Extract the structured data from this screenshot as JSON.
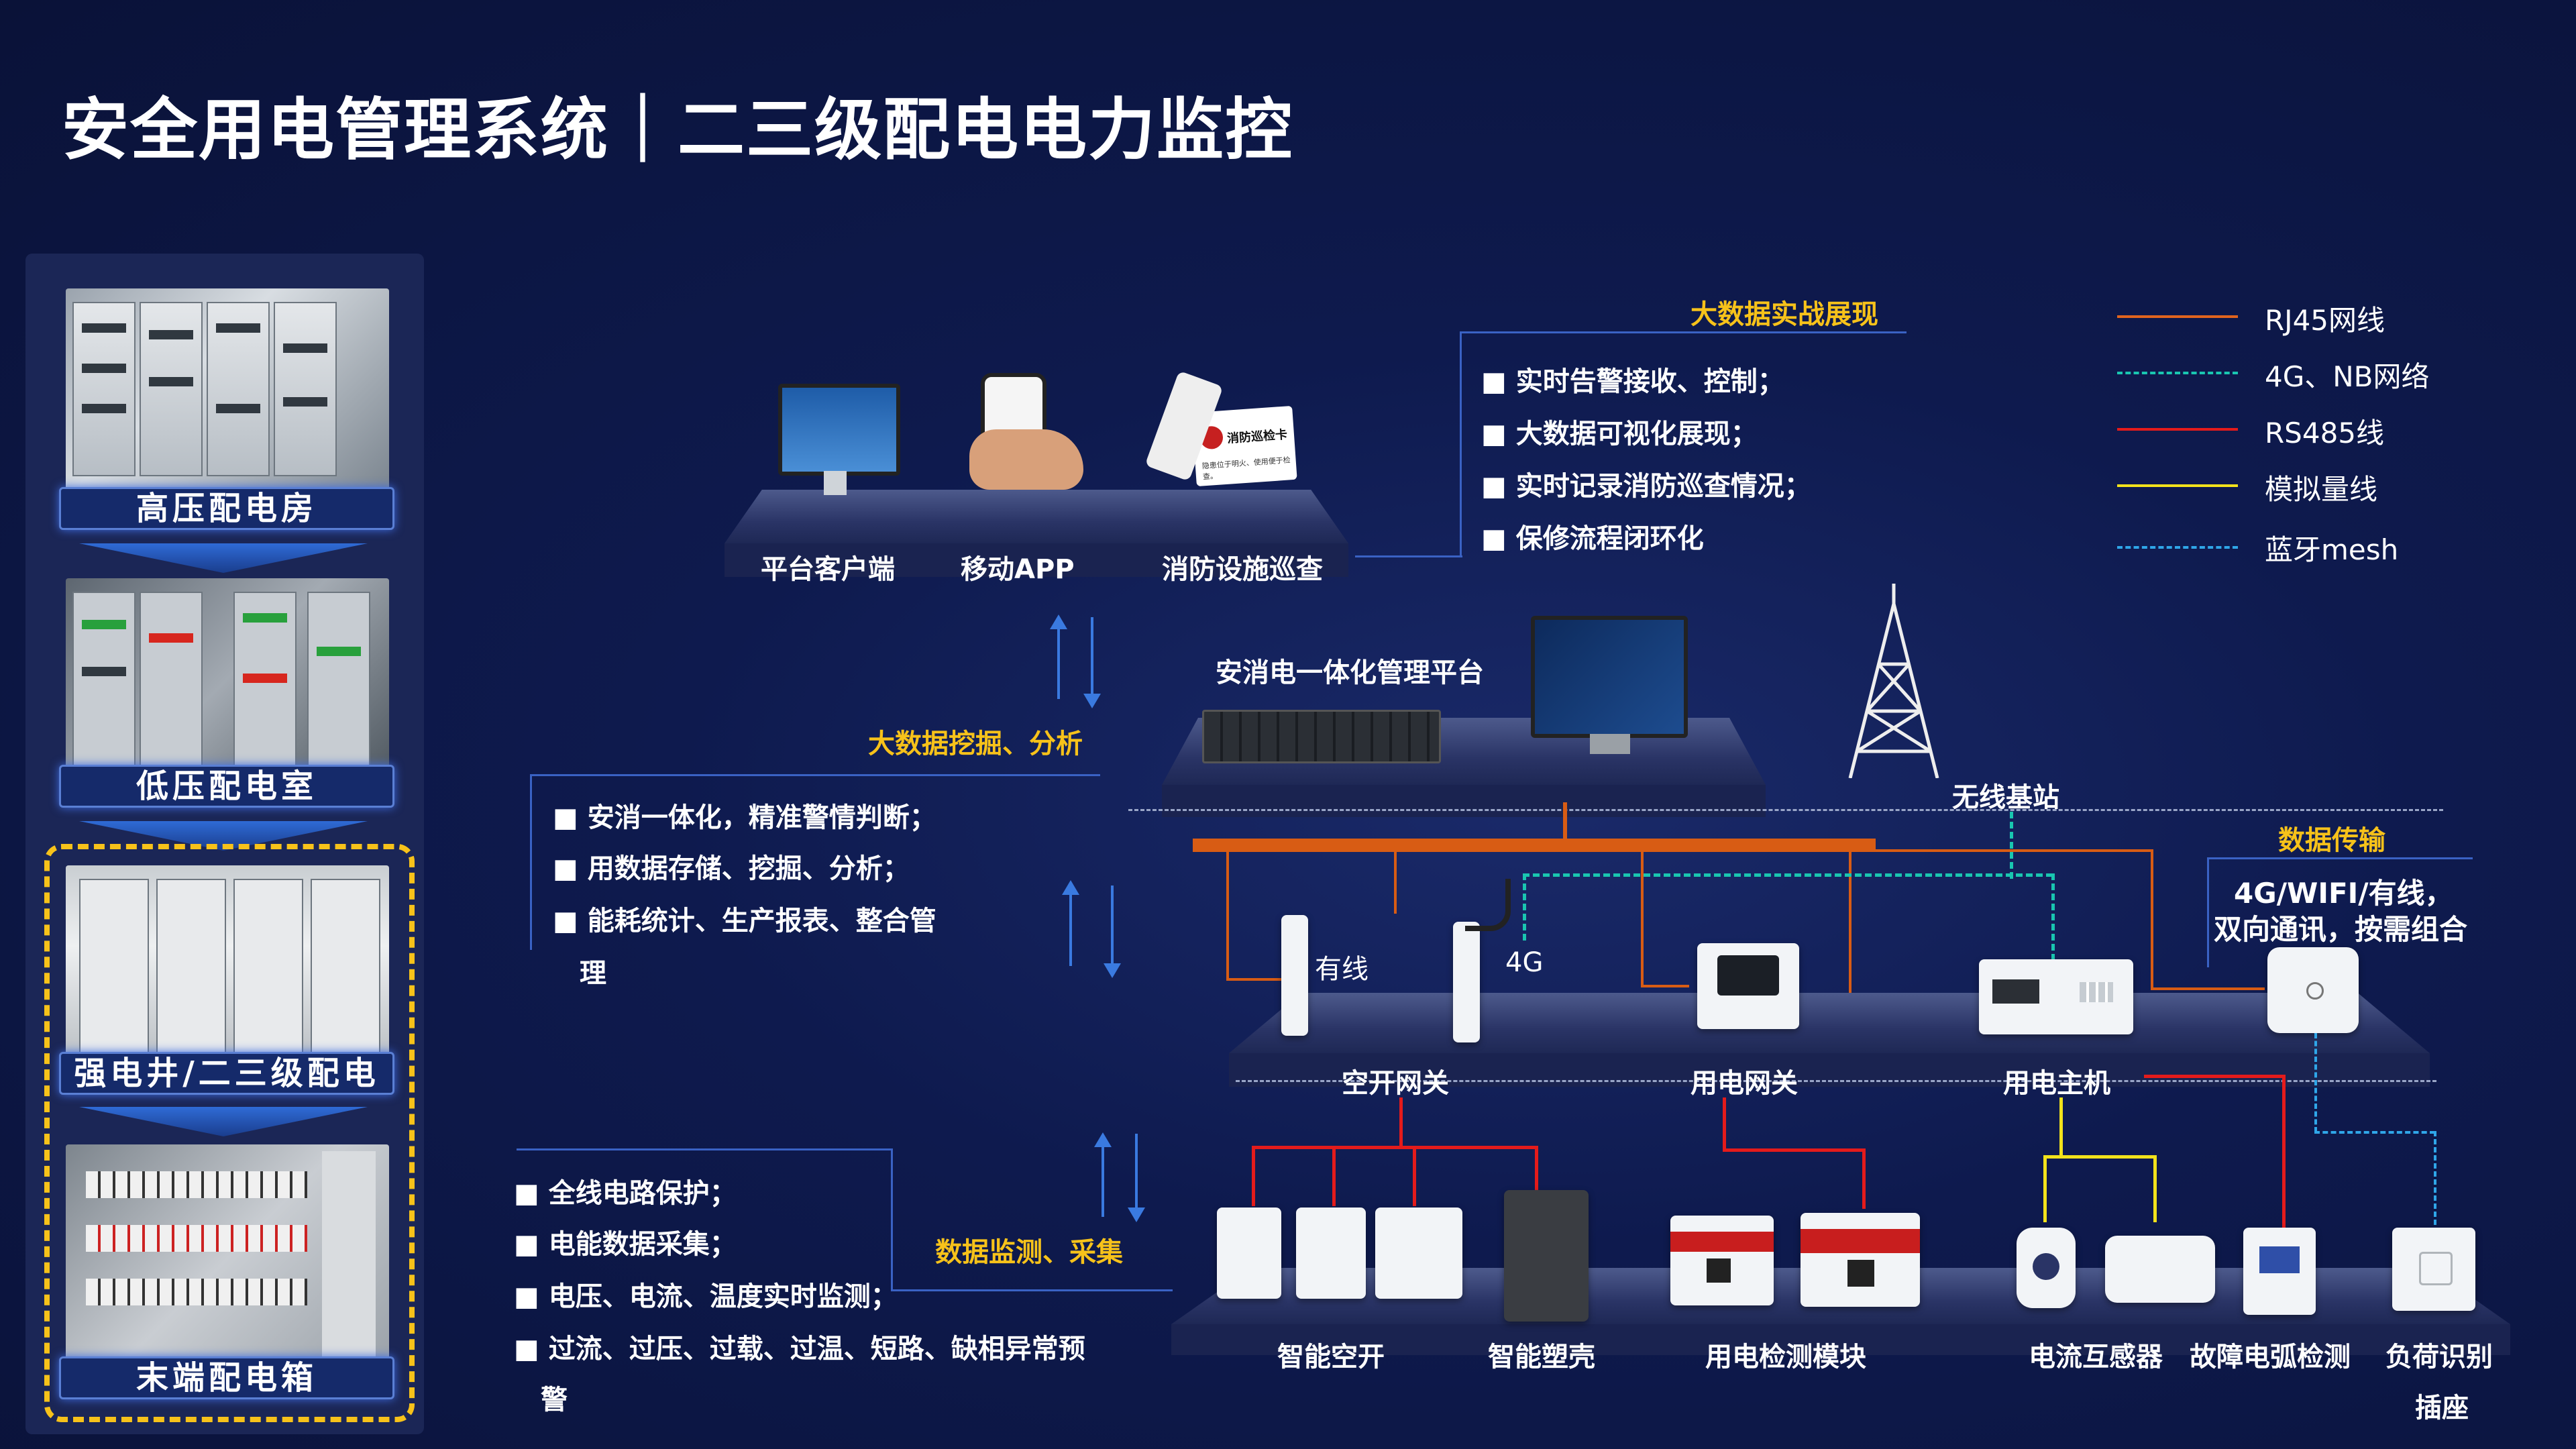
{
  "title": "安全用电管理系统｜二三级配电电力监控",
  "left_panel": {
    "stages": [
      "高压配电房",
      "低压配电室",
      "强电井/二三级配电",
      "末端配电箱"
    ]
  },
  "top": {
    "header": "大数据实战展现",
    "bullets": [
      "■ 实时告警接收、控制；",
      "■ 大数据可视化展现；",
      "■ 实时记录消防巡查情况；",
      "■ 保修流程闭环化"
    ],
    "devices": [
      "平台客户端",
      "移动APP",
      "消防设施巡查"
    ],
    "card_text": "消防巡检卡",
    "card_sub": "隐患位于明火、使用便于检查。"
  },
  "legend": [
    {
      "label": "RJ45网线",
      "color": "#e0641e",
      "style": "solid"
    },
    {
      "label": "4G、NB网络",
      "color": "#19c6b0",
      "style": "dashed"
    },
    {
      "label": "RS485线",
      "color": "#e41b1b",
      "style": "solid"
    },
    {
      "label": "模拟量线",
      "color": "#f2e21b",
      "style": "solid"
    },
    {
      "label": "蓝牙mesh",
      "color": "#2fa6e8",
      "style": "dashdot"
    }
  ],
  "middle": {
    "platform_title": "安消电一体化管理平台",
    "header": "大数据挖掘、分析",
    "bullets": [
      "■ 安消一体化，精准警情判断；",
      "■ 用数据存储、挖掘、分析；",
      "■ 能耗统计、生产报表、整合管",
      "理"
    ],
    "station": "无线基站"
  },
  "transmission": {
    "header": "数据传输",
    "text1": "4G/WIFI/有线，",
    "text2": "双向通讯，按需组合"
  },
  "gateway": {
    "wired": "有线",
    "g4": "4G",
    "labels": [
      "空开网关",
      "用电网关",
      "用电主机"
    ]
  },
  "bottom": {
    "header": "数据监测、采集",
    "bullets": [
      "■ 全线电路保护；",
      "■ 电能数据采集；",
      "■ 电压、电流、温度实时监测；",
      "■ 过流、过压、过载、过温、短路、缺相异常预",
      "警"
    ],
    "labels": [
      "智能空开",
      "智能塑壳",
      "用电检测模块",
      "电流互感器",
      "故障电弧检测",
      "负荷识别",
      "插座"
    ]
  }
}
